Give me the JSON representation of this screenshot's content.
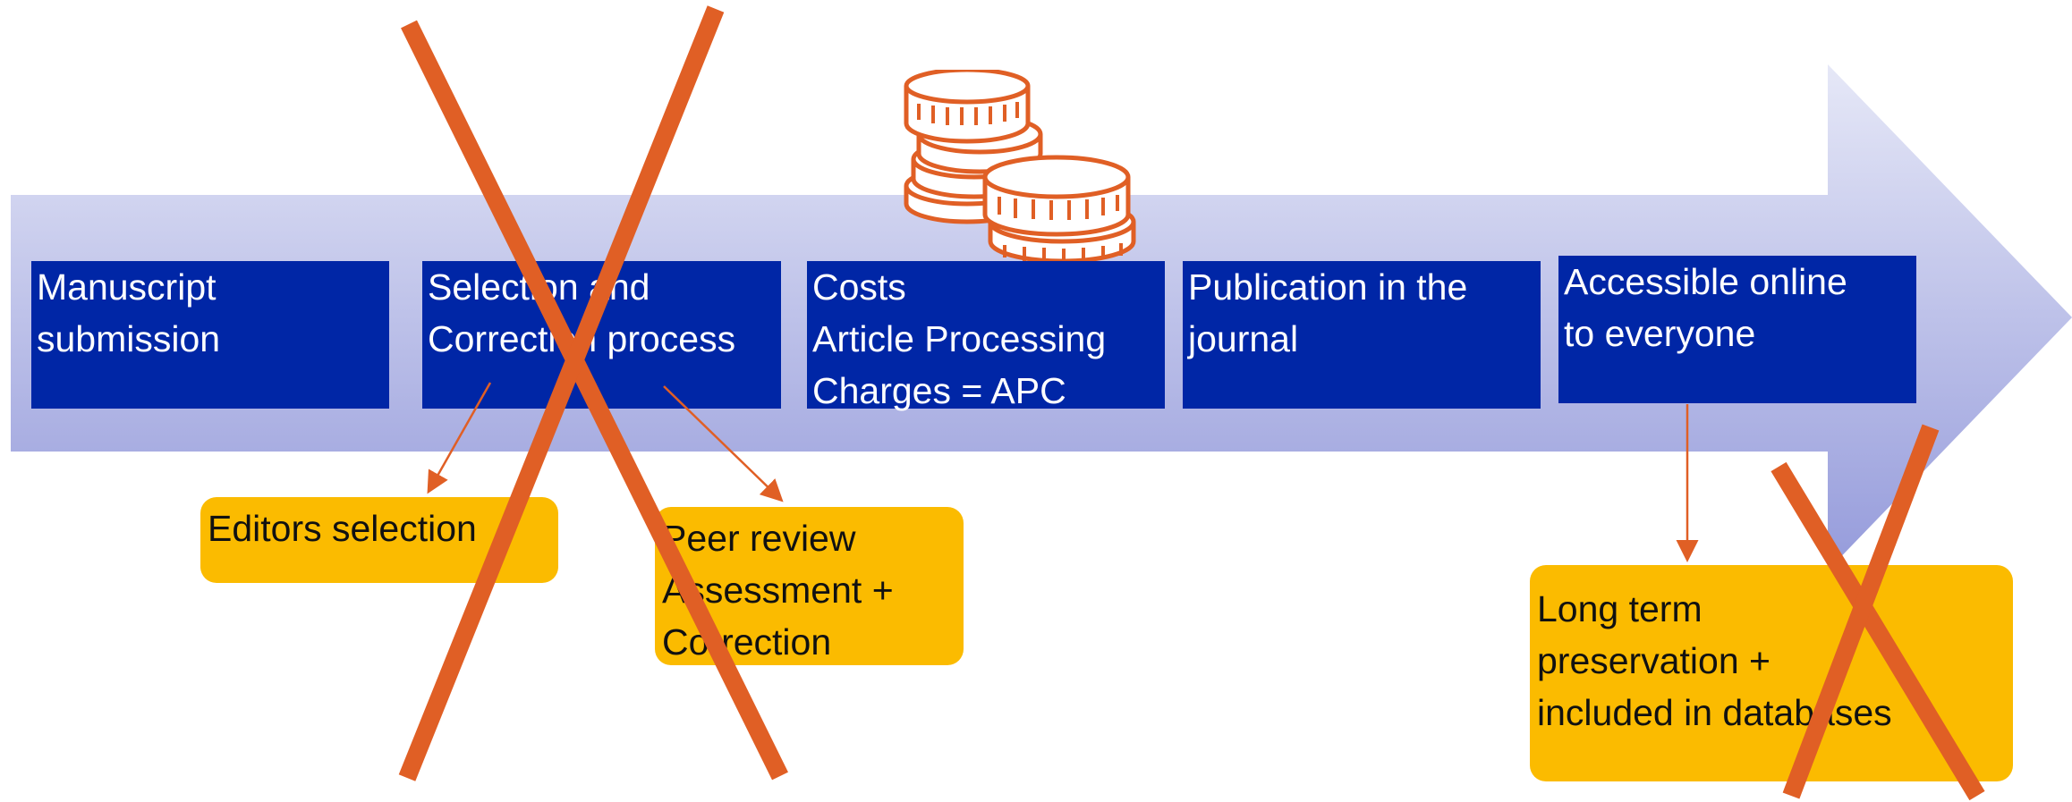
{
  "steps": [
    {
      "lines": [
        "Manuscript",
        "submission"
      ]
    },
    {
      "lines": [
        "Selection and",
        "Correction process"
      ]
    },
    {
      "lines": [
        "Costs",
        "Article Processing",
        "Charges = APC"
      ]
    },
    {
      "lines": [
        "Publication in the",
        "journal"
      ]
    },
    {
      "lines": [
        "Accessible online",
        "to everyone"
      ]
    }
  ],
  "notes": {
    "editors": {
      "lines": [
        "Editors selection"
      ]
    },
    "peer_review": {
      "lines": [
        "Peer review",
        "Assessment +",
        "Correction"
      ]
    },
    "preservation": {
      "lines": [
        "Long term",
        "preservation +",
        "included in databases"
      ]
    }
  },
  "icons": {
    "coins": "coins-icon",
    "cross": "cross-mark-icon"
  },
  "colors": {
    "arrow_light": "#e3e6f6",
    "arrow_dark": "#9aa0dc",
    "step_box": "#0026a6",
    "note_box": "#fbbb00",
    "accent": "#e05f25"
  }
}
